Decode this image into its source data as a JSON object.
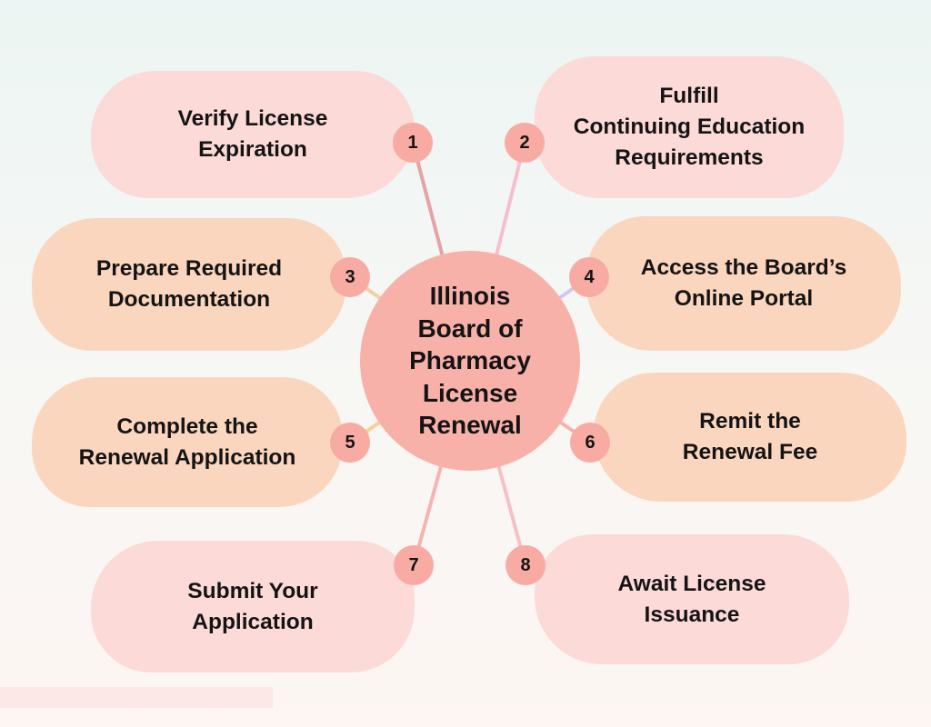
{
  "center": {
    "label": "Illinois\nBoard of\nPharmacy\nLicense\nRenewal"
  },
  "steps": [
    {
      "number": "1",
      "label": "Verify License\nExpiration"
    },
    {
      "number": "2",
      "label": "Fulfill\nContinuing Education\nRequirements"
    },
    {
      "number": "3",
      "label": "Prepare Required\nDocumentation"
    },
    {
      "number": "4",
      "label": "Access the Board’s\nOnline Portal"
    },
    {
      "number": "5",
      "label": "Complete the\nRenewal Application"
    },
    {
      "number": "6",
      "label": "Remit the\nRenewal Fee"
    },
    {
      "number": "7",
      "label": "Submit Your\nApplication"
    },
    {
      "number": "8",
      "label": "Await License\nIssuance"
    }
  ],
  "colors": {
    "center_circle": "#f8b1a9",
    "step_node": "#f8aba3",
    "bubble_pink": "#fbdad8",
    "bubble_peach": "#fbd6bf",
    "connector_1": "#e5a3a6",
    "connector_2": "#f5bfd0",
    "connector_3": "#f4cfa4",
    "connector_4": "#cfc9ee",
    "connector_5": "#f4d195",
    "connector_6": "#f5b3a9",
    "connector_7": "#f5b4af",
    "connector_8": "#f7c0c3",
    "background_top": "#ecf5f3",
    "background_bottom": "#fdf6f3"
  }
}
